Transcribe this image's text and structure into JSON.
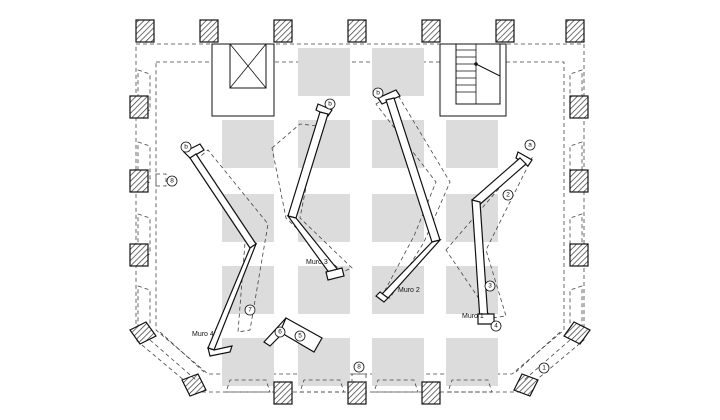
{
  "walls": [
    {
      "id": "muro1",
      "label": "Muro 1"
    },
    {
      "id": "muro2",
      "label": "Muro 2"
    },
    {
      "id": "muro3",
      "label": "Muro 3"
    },
    {
      "id": "muro4",
      "label": "Muro 4"
    }
  ],
  "markers": {
    "a": "a",
    "b": "b",
    "n1": "1",
    "n2": "2",
    "n3": "3",
    "n4": "4",
    "n5": "5",
    "n6": "6",
    "n7": "7",
    "n8": "8"
  },
  "colors": {
    "line": "#111111",
    "cell_fill": "#dcdcdc",
    "background": "#ffffff"
  }
}
